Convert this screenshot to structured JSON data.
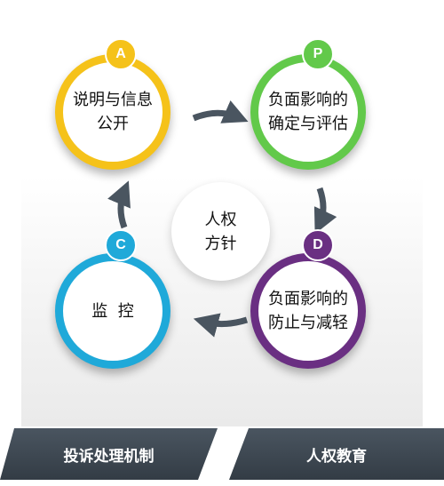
{
  "colors": {
    "a": "#f5c21a",
    "p": "#62c94a",
    "c": "#1fa9d9",
    "d": "#6a2f82",
    "arrow": "#4a5560",
    "tab": "#3d4650"
  },
  "nodes": {
    "a": {
      "badge": "A",
      "line1": "说明与信息",
      "line2": "公开"
    },
    "p": {
      "badge": "P",
      "line1": "负面影响的",
      "line2": "确定与评估"
    },
    "c": {
      "badge": "C",
      "line1": "监  控"
    },
    "d": {
      "badge": "D",
      "line1": "负面影响的",
      "line2": "防止与减轻"
    }
  },
  "center": {
    "line1": "人权",
    "line2": "方针"
  },
  "footer": {
    "left": "投诉处理机制",
    "right": "人权教育"
  }
}
